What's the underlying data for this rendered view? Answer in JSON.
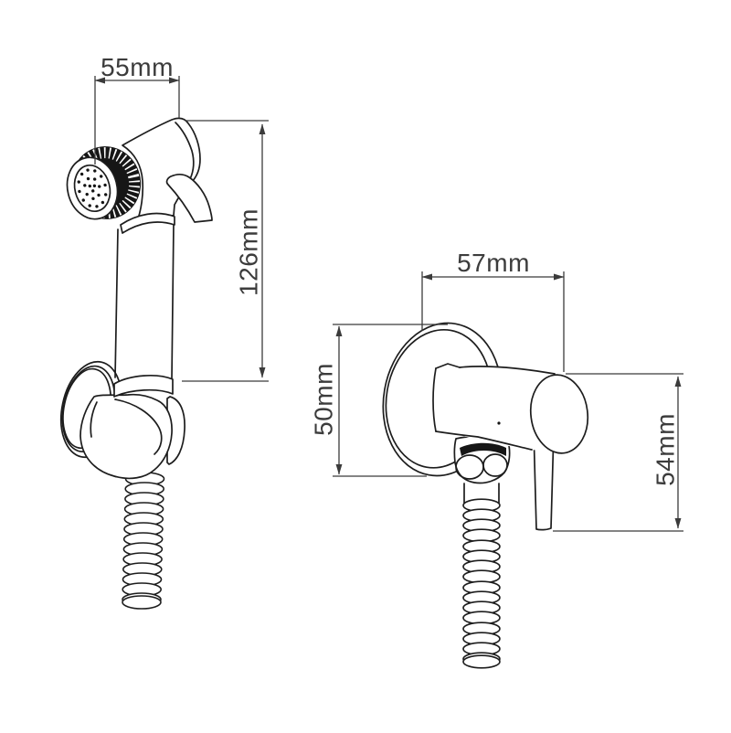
{
  "colors": {
    "background": "#ffffff",
    "line": "#1d1d1d",
    "dimension": "#3b3b3b",
    "band": "#161616"
  },
  "dimensions": {
    "sprayer_head_width": "55mm",
    "sprayer_length": "126mm",
    "valve_width": "57mm",
    "valve_plate_height": "50mm",
    "valve_body_height": "54mm"
  },
  "parts": {
    "left_view": [
      "spray-nozzle-face",
      "ribbed-bezel-ring",
      "sprayer-body",
      "trigger-lever",
      "sprayer-handle",
      "wall-bracket-plate",
      "bracket-cradle",
      "flexible-hose"
    ],
    "right_view": [
      "escutcheon-plate",
      "valve-body",
      "control-lever",
      "hex-coupling-nut",
      "flexible-hose"
    ]
  }
}
